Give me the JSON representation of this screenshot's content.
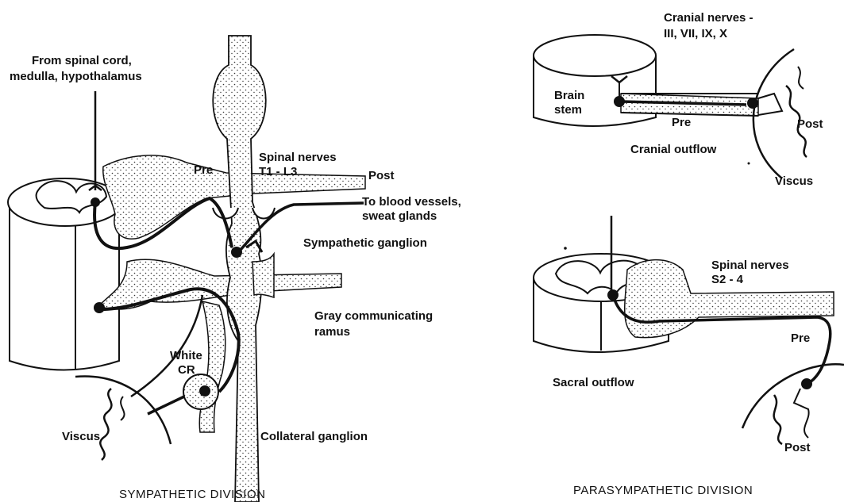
{
  "sympathetic": {
    "caption": "SYMPATHETIC DIVISION",
    "from_spinal_cord": "From spinal cord,",
    "medulla_hypothalamus": "medulla, hypothalamus",
    "pre": "Pre",
    "spinal_nerves": "Spinal nerves",
    "spinal_range": "T1 - L3",
    "post": "Post",
    "to_blood_vessels": "To blood vessels,",
    "sweat_glands": "sweat glands",
    "sympathetic_ganglion": "Sympathetic ganglion",
    "gray_comm": "Gray communicating",
    "ramus": "ramus",
    "white": "White",
    "cr": "CR",
    "viscus": "Viscus",
    "collateral_ganglion": "Collateral ganglion"
  },
  "parasympathetic": {
    "caption": "PARASYMPATHETIC DIVISION",
    "cranial_nerves": "Cranial nerves -",
    "cranial_list": "III, VII, IX, X",
    "brain": "Brain",
    "stem": "stem",
    "pre_cranial": "Pre",
    "post_cranial": "Post",
    "cranial_outflow": "Cranial outflow",
    "viscus_top": "Viscus",
    "spinal_nerves": "Spinal nerves",
    "spinal_range": "S2 - 4",
    "pre_sacral": "Pre",
    "sacral_outflow": "Sacral outflow",
    "post_sacral": "Post"
  }
}
